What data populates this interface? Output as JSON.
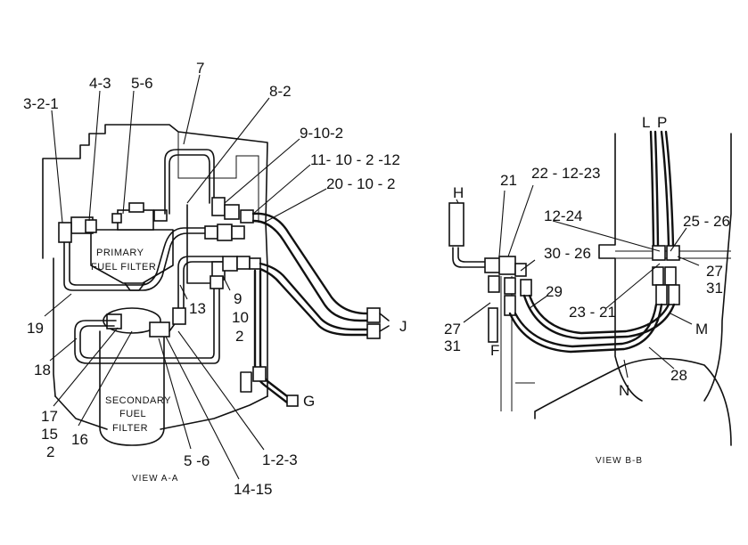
{
  "view_a": {
    "title": "VIEW  A-A",
    "primary_filter": [
      "PRIMARY",
      "FUEL  FILTER"
    ],
    "secondary_filter": [
      "SECONDARY",
      "FUEL",
      "FILTER"
    ],
    "callouts": {
      "c_3_2_1": "3-2-1",
      "c_4_3": "4-3",
      "c_5_6_top": "5-6",
      "c_7": "7",
      "c_8_2": "8-2",
      "c_9_10_2": "9-10-2",
      "c_11_10_2_12": "11- 10 - 2 -12",
      "c_20_10_2": "20 - 10 - 2",
      "c_19": "19",
      "c_13": "13",
      "c_9": "9",
      "c_10": "10",
      "c_2_right": "2",
      "c_J": "J",
      "c_G": "G",
      "c_18": "18",
      "c_17": "17",
      "c_15": "15",
      "c_2_left": "2",
      "c_16": "16",
      "c_5_6_bottom": "5 -6",
      "c_1_2_3": "1-2-3",
      "c_14_15": "14-15"
    }
  },
  "view_b": {
    "title": "VIEW  B-B",
    "callouts": {
      "c_H": "H",
      "c_21": "21",
      "c_22_12_23": "22 - 12-23",
      "c_L": "L",
      "c_P": "P",
      "c_12_24": "12-24",
      "c_25_26": "25 - 26",
      "c_30_26": "30 - 26",
      "c_27_right": "27",
      "c_31_right": "31",
      "c_29": "29",
      "c_23_21": "23 - 21",
      "c_27_left": "27",
      "c_31_left": "31",
      "c_F": "F",
      "c_M": "M",
      "c_28": "28",
      "c_N": "N"
    }
  }
}
